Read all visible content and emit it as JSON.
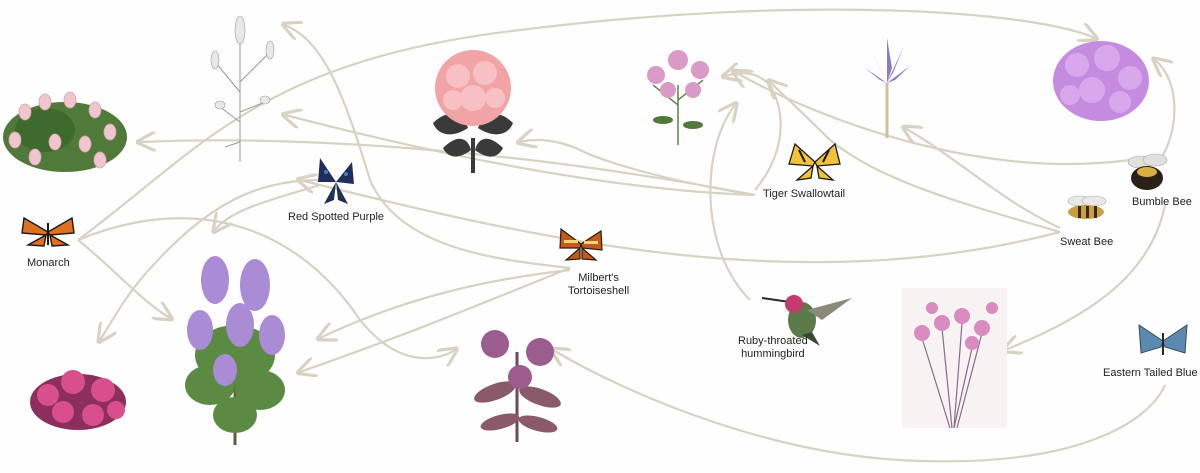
{
  "pollinators": [
    {
      "id": "monarch",
      "label": "Monarch"
    },
    {
      "id": "red-spotted-purple",
      "label": "Red Spotted Purple"
    },
    {
      "id": "milberts-tortoiseshell",
      "label_line1": "Milbert's",
      "label_line2": "Tortoiseshell"
    },
    {
      "id": "tiger-swallowtail",
      "label": "Tiger Swallowtail"
    },
    {
      "id": "ruby-throated-hummingbird",
      "label_line1": "Ruby-throated",
      "label_line2": "hummingbird"
    },
    {
      "id": "sweat-bee",
      "label": "Sweat Bee"
    },
    {
      "id": "bumble-bee",
      "label": "Bumble Bee"
    },
    {
      "id": "eastern-tailed-blue",
      "label": "Eastern Tailed Blue"
    }
  ],
  "colors": {
    "arrow": "#d9d2c3",
    "lilac": "#a98bd6",
    "hydrangea": "#c48be0",
    "rhododendron": "#f2a3a6",
    "milkweed": "#9b5c8e",
    "pink_flower": "#d98bc0",
    "crabapple": "#d94f8e",
    "iris": "#8c7bc8",
    "leaf": "#4f7a3a"
  }
}
